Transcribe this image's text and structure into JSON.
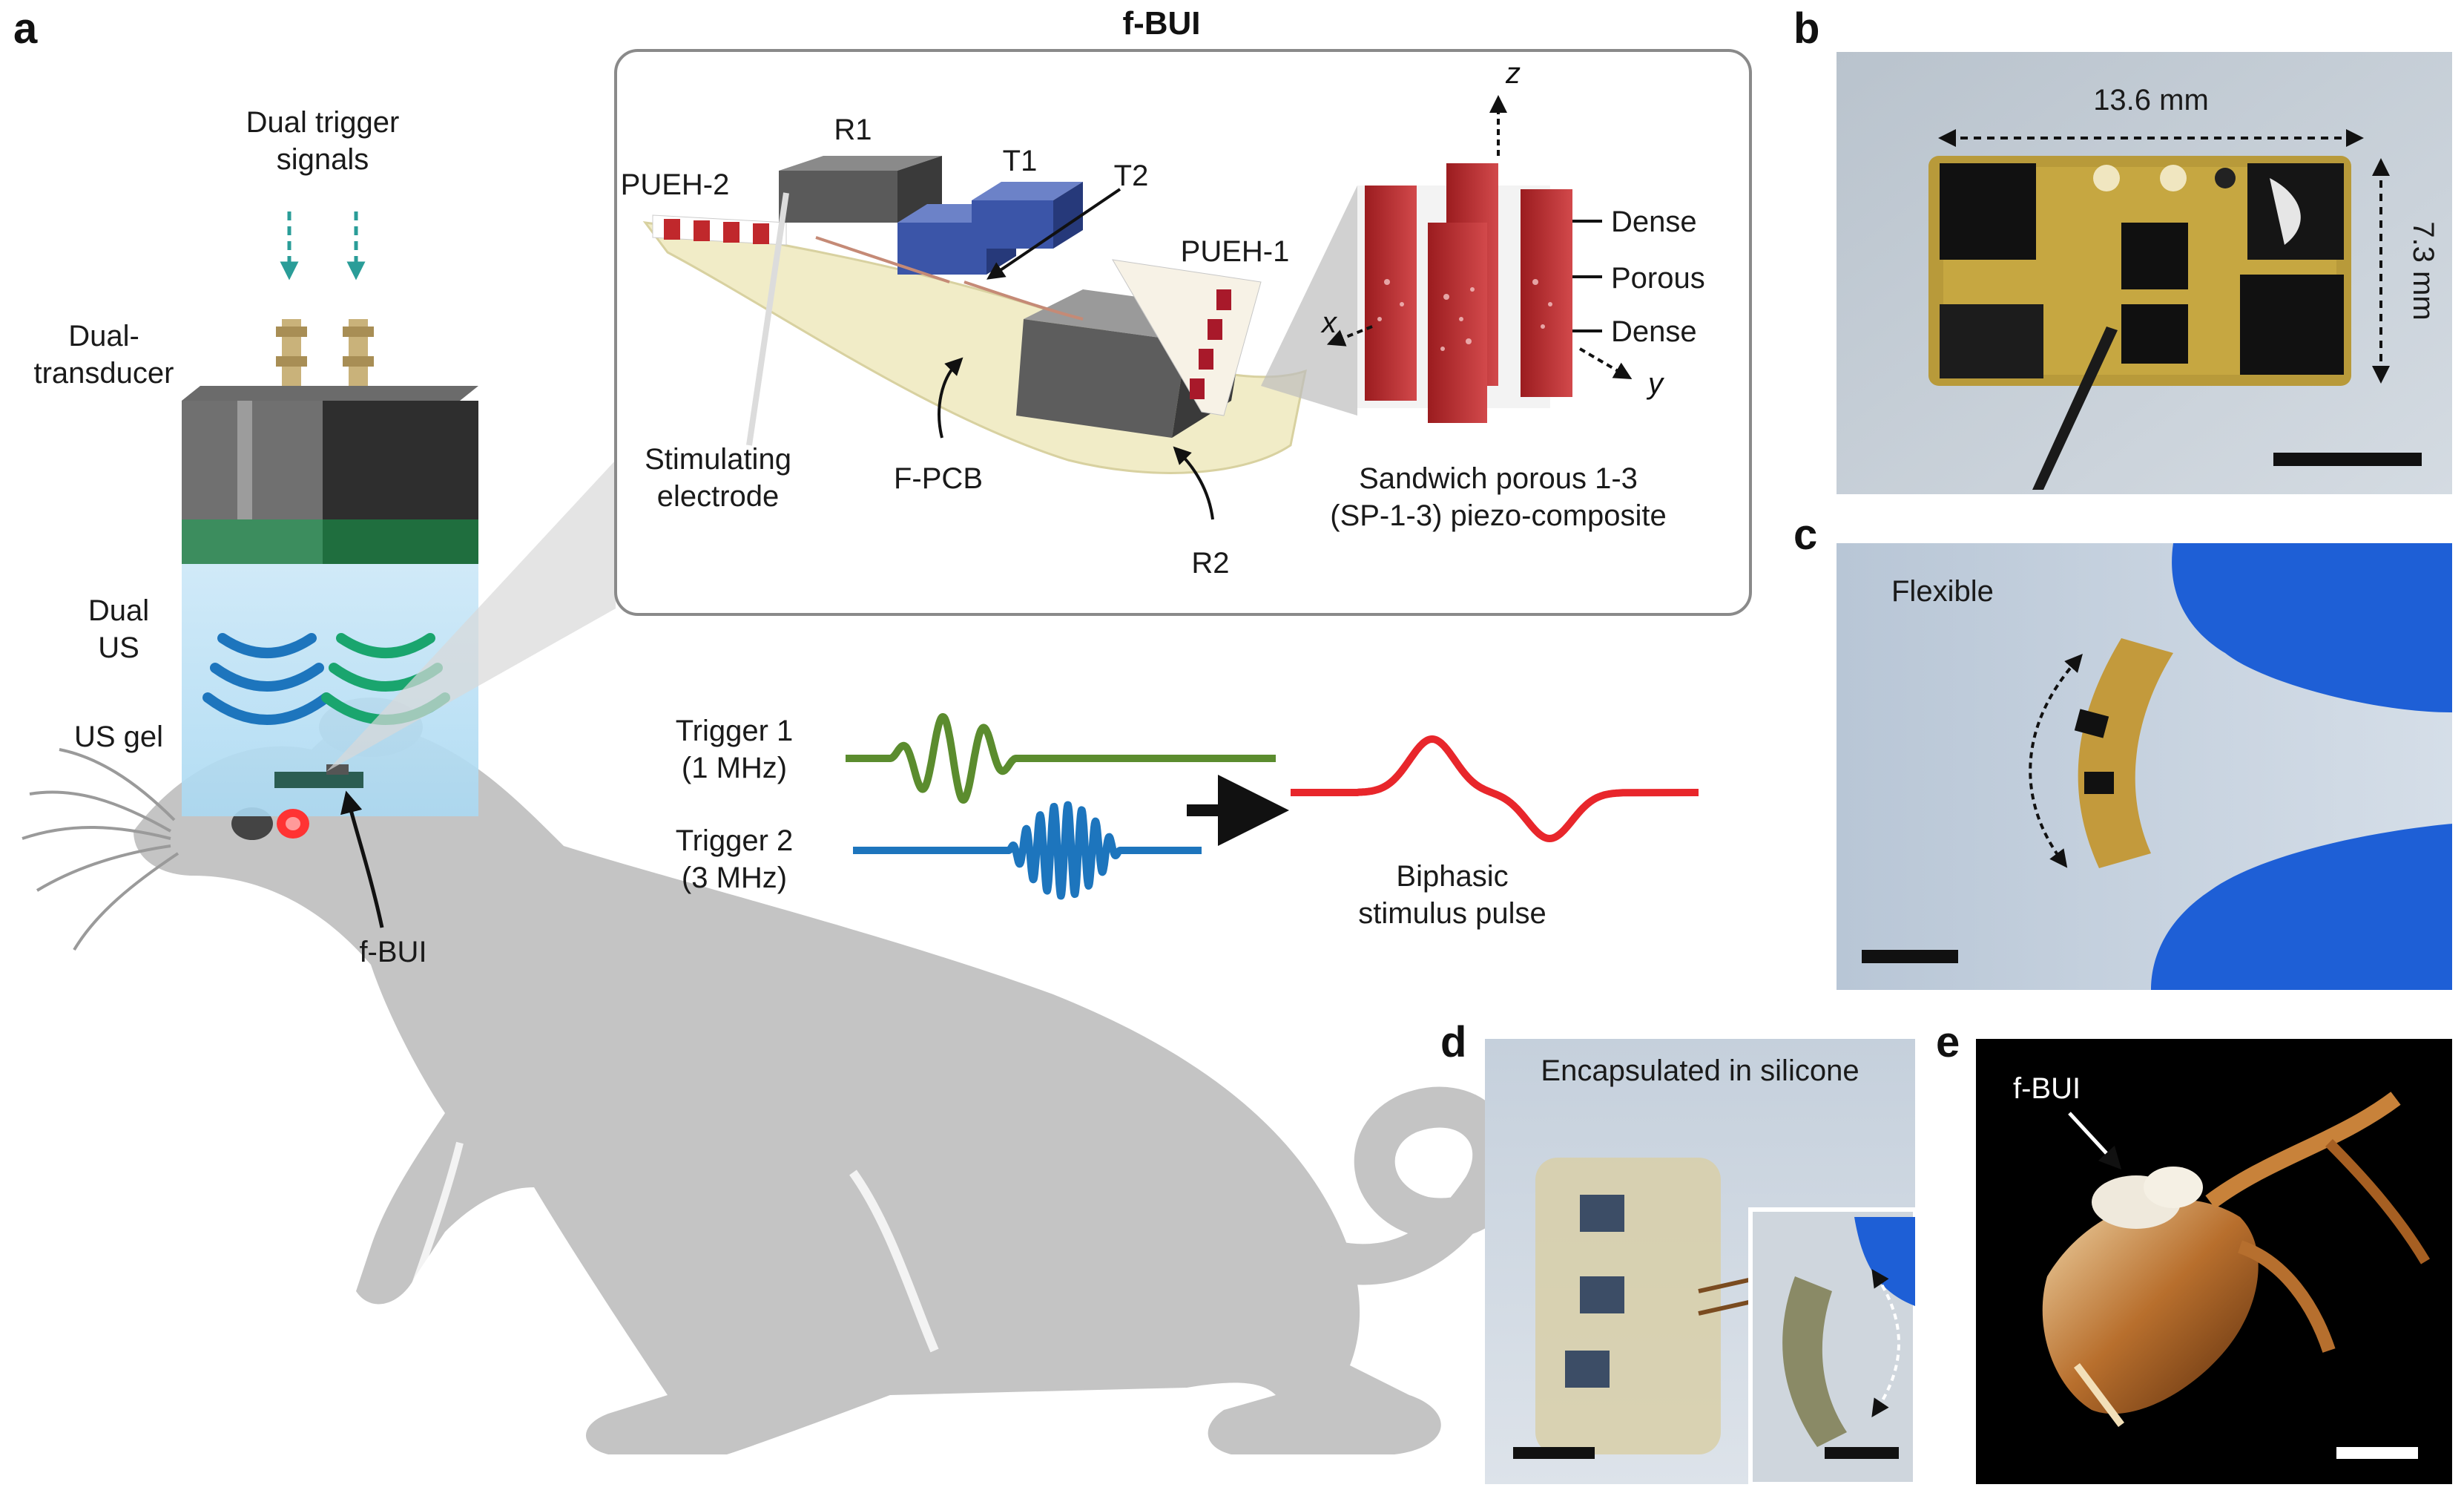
{
  "panels": {
    "a": "a",
    "b": "b",
    "c": "c",
    "d": "d",
    "e": "e"
  },
  "fbui_title": "f-BUI",
  "a": {
    "dual_trigger_line1": "Dual trigger",
    "dual_trigger_line2": "signals",
    "dual_transducer_line1": "Dual-",
    "dual_transducer_line2": "transducer",
    "dual_us_line1": "Dual",
    "dual_us_line2": "US",
    "us_gel": "US gel",
    "fbui_label": "f-BUI",
    "inset": {
      "r1": "R1",
      "t1": "T1",
      "t2": "T2",
      "pueh2": "PUEH-2",
      "pueh1": "PUEH-1",
      "stim_line1": "Stimulating",
      "stim_line2": "electrode",
      "fpcb": "F-PCB",
      "r2": "R2",
      "z": "z",
      "x": "x",
      "y": "y",
      "dense_top": "Dense",
      "porous": "Porous",
      "dense_bottom": "Dense",
      "sp_line1": "Sandwich porous 1-3",
      "sp_line2": "(SP-1-3) piezo-composite"
    },
    "trigger1_line1": "Trigger 1",
    "trigger1_line2": "(1 MHz)",
    "trigger2_line1": "Trigger 2",
    "trigger2_line2": "(3 MHz)",
    "biphasic_line1": "Biphasic",
    "biphasic_line2": "stimulus pulse"
  },
  "b": {
    "width": "13.6 mm",
    "height": "7.3 mm"
  },
  "c": {
    "label": "Flexible"
  },
  "d": {
    "label": "Encapsulated in silicone"
  },
  "e": {
    "label": "f-BUI"
  },
  "colors": {
    "trigger1": "#5b8c2e",
    "trigger2": "#1d75bd",
    "biphasic": "#e8262b",
    "us_blue": "#1d75bd",
    "us_green": "#1aa56e",
    "rat": "#c4c4c4",
    "arrow": "#2a9d98"
  }
}
